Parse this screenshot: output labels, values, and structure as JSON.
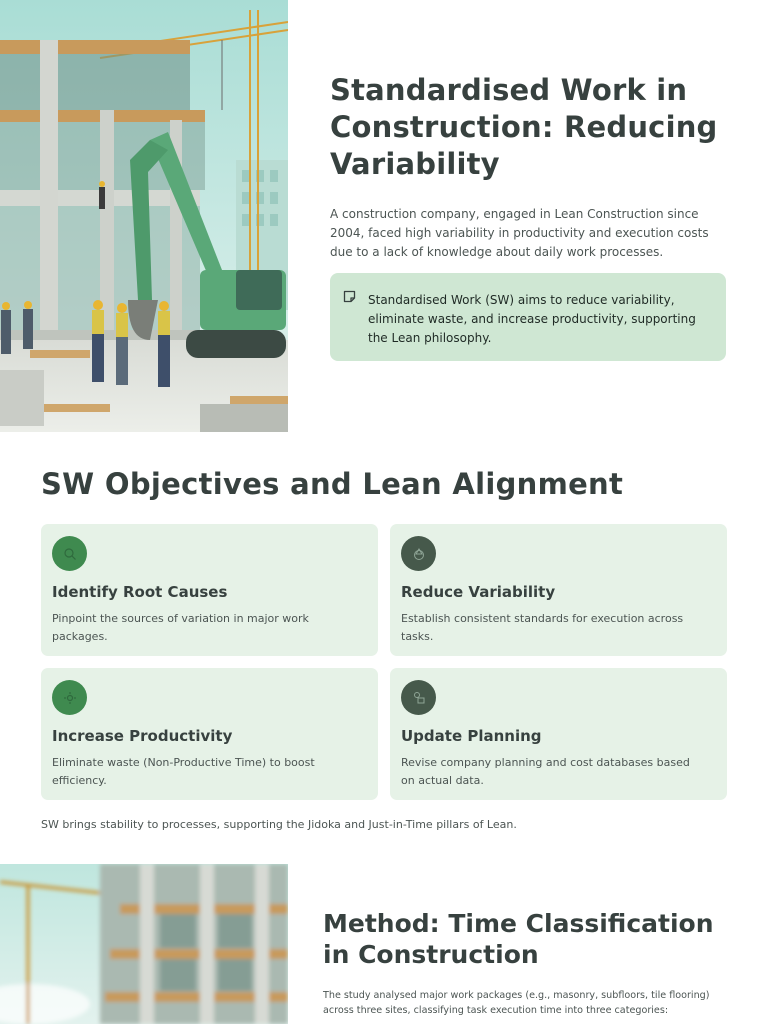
{
  "hero": {
    "title": "Standardised Work in Construction: Reducing Variability",
    "description": "A construction company, engaged in Lean Construction since 2004, faced high variability in productivity and execution costs due to a lack of knowledge about daily work processes.",
    "callout_text": "Standardised Work (SW) aims to reduce variability, eliminate waste, and increase productivity, supporting the Lean philosophy.",
    "callout_icon": "note-icon",
    "image_label": "construction-site-with-excavator"
  },
  "objectives": {
    "title": "SW Objectives and Lean Alignment",
    "cards": [
      {
        "title": "Identify Root Causes",
        "description": "Pinpoint the sources of variation in major work packages.",
        "icon": "search-icon"
      },
      {
        "title": "Reduce Variability",
        "description": "Establish consistent standards for execution across tasks.",
        "icon": "recycle-icon"
      },
      {
        "title": "Increase Productivity",
        "description": "Eliminate waste (Non-Productive Time) to boost efficiency.",
        "icon": "gear-icon"
      },
      {
        "title": "Update Planning",
        "description": "Revise company planning and cost databases based on actual data.",
        "icon": "planning-icon"
      }
    ],
    "footnote": "SW brings stability to processes, supporting the Jidoka and Just-in-Time pillars of Lean."
  },
  "method": {
    "title": "Method: Time Classification in Construction",
    "description": "The study analysed major work packages (e.g., masonry, subfloors, tile flooring) across three sites, classifying task execution time into three categories:",
    "image_label": "building-under-construction-blurred"
  },
  "colors": {
    "heading": "#37413f",
    "callout_bg": "#cfe7d3",
    "card_bg": "#e6f2e7",
    "icon_green": "#3f8a4f",
    "icon_dark": "#46594b"
  }
}
